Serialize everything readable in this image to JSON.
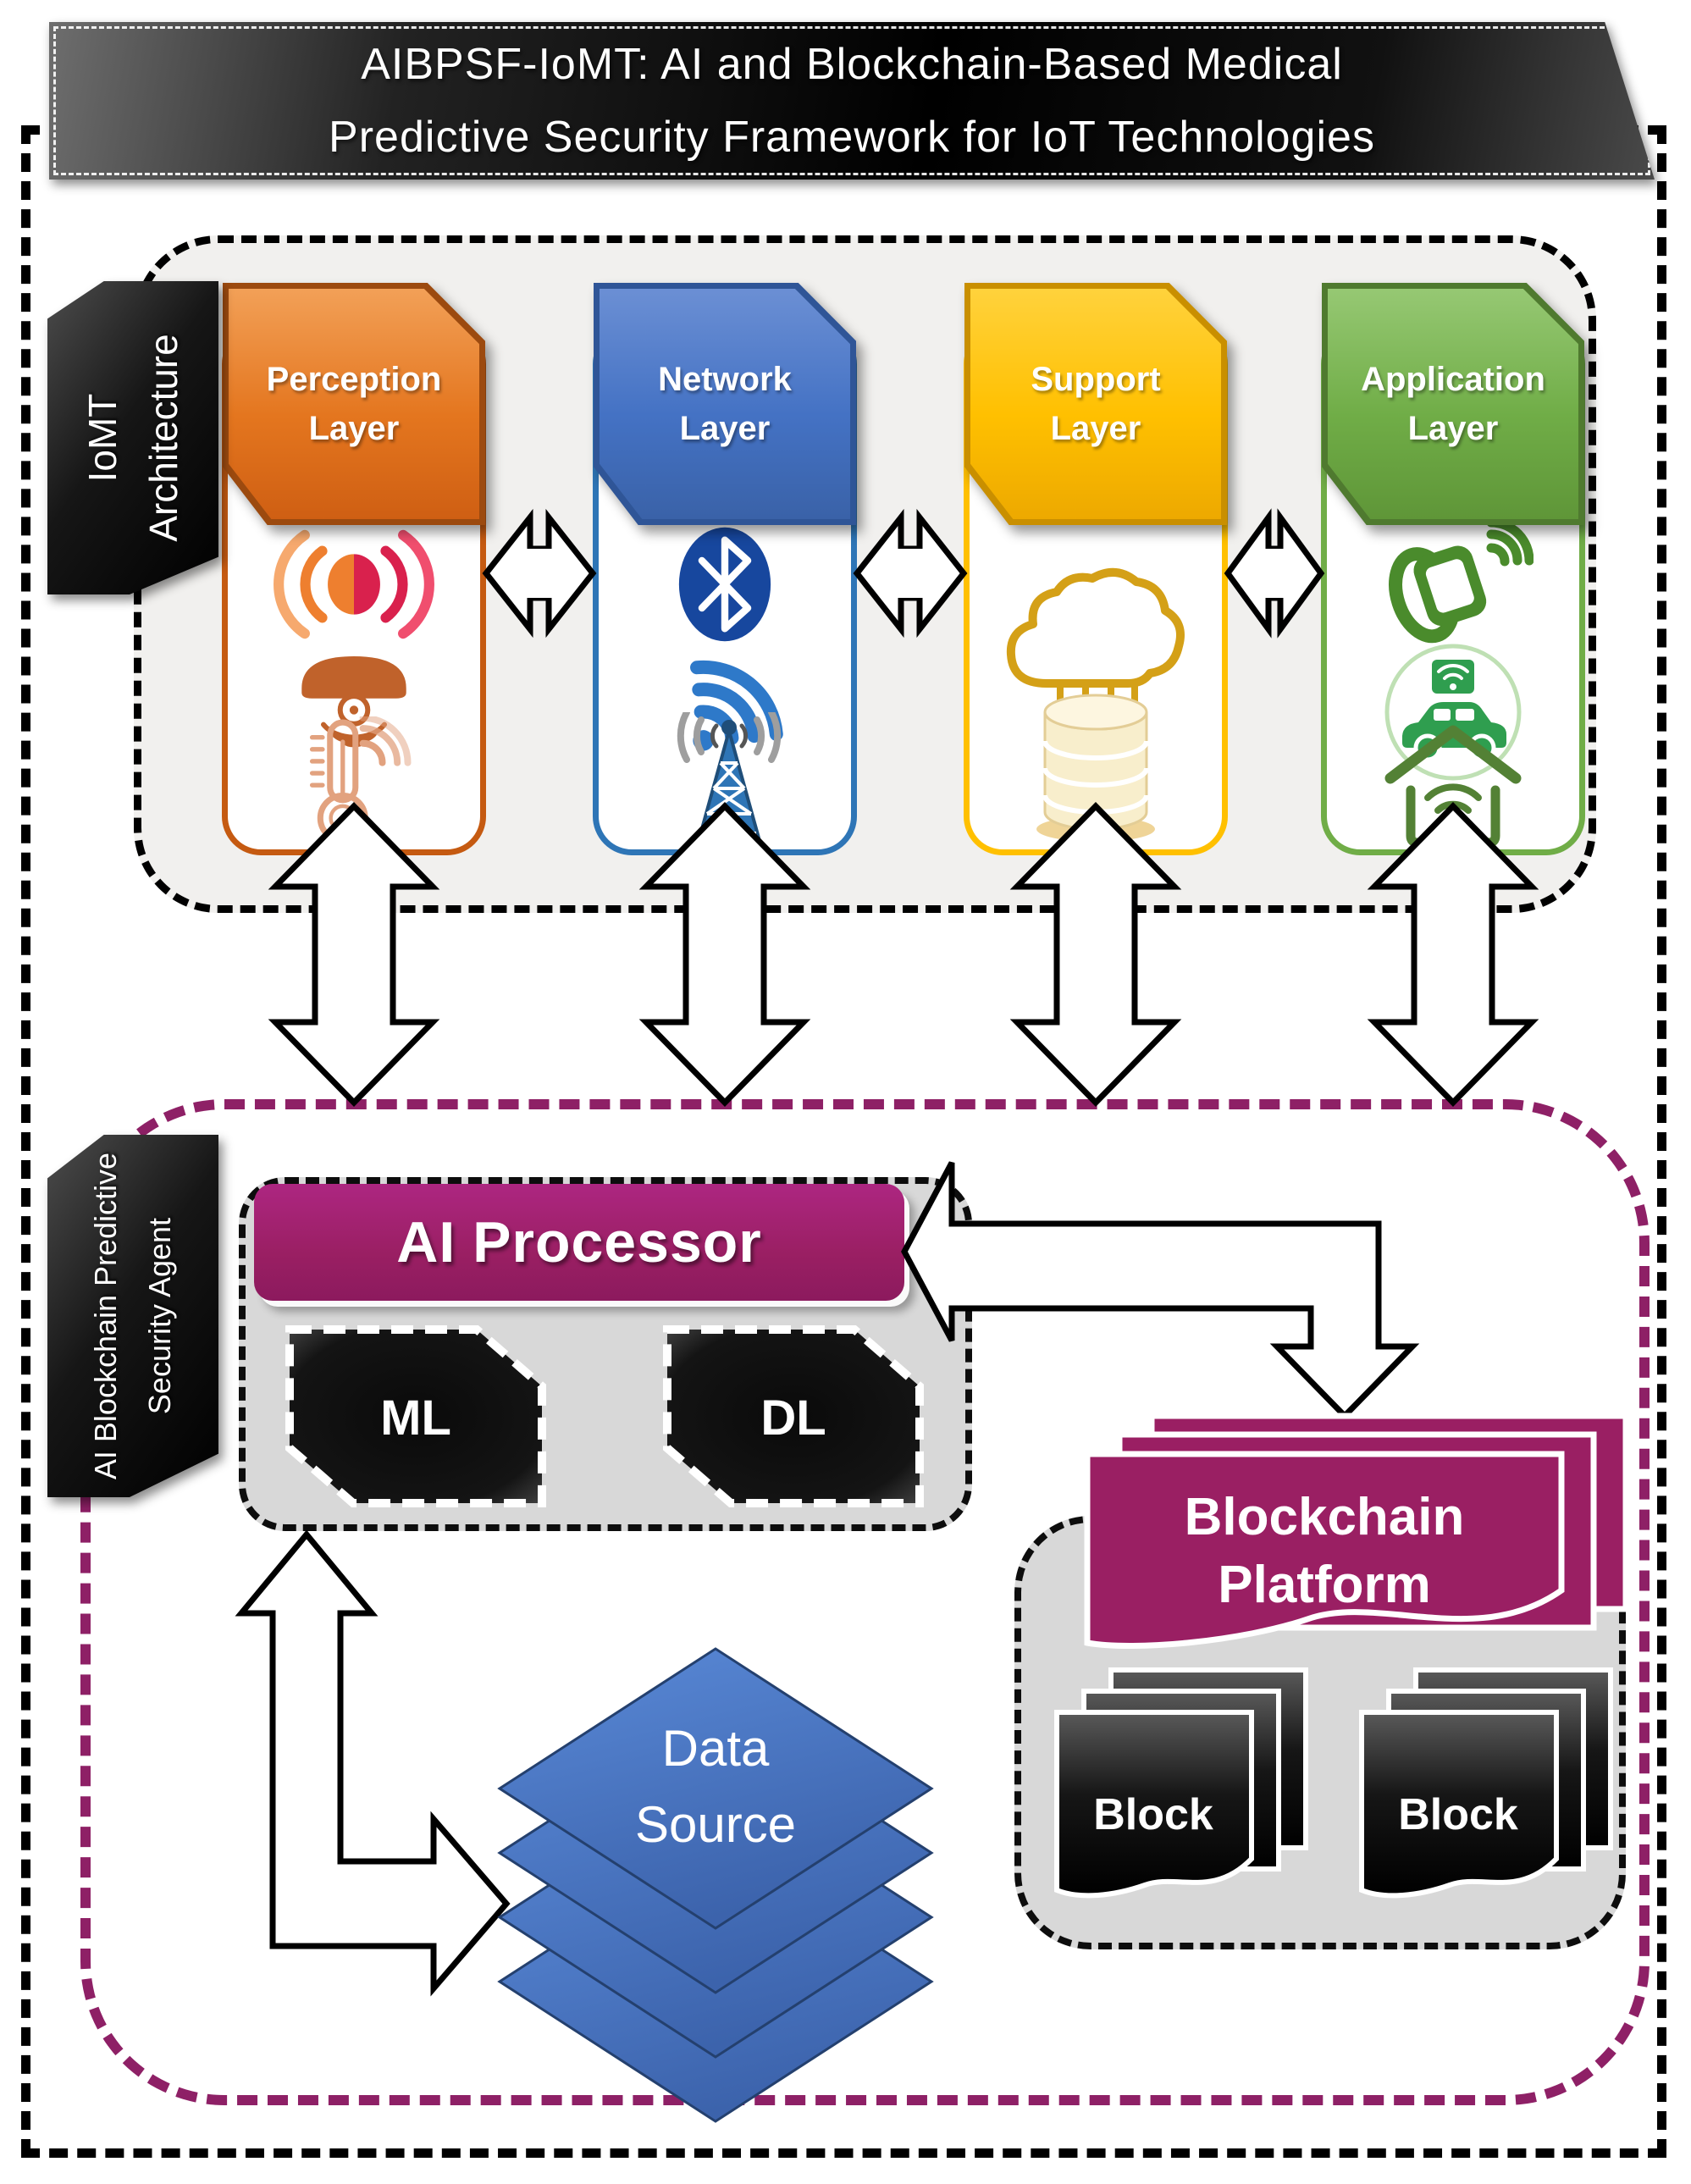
{
  "title": {
    "line1": "AIBPSF-IoMT: AI and Blockchain-Based Medical",
    "line2": "Predictive Security Framework for IoT Technologies"
  },
  "iomt": {
    "banner": {
      "line1": "IoMT",
      "line2": "Architecture"
    },
    "layers": [
      {
        "id": "perception",
        "label_line1": "Perception",
        "label_line2": "Layer",
        "color": "#C55A11",
        "header_color": "#E4761F",
        "icons": [
          "proximity-sensor-icon",
          "motion-sensor-icon",
          "smart-thermometer-icon"
        ]
      },
      {
        "id": "network",
        "label_line1": "Network",
        "label_line2": "Layer",
        "color": "#2E75B6",
        "header_color": "#4472C4",
        "icons": [
          "bluetooth-icon",
          "wifi-icon",
          "radio-tower-icon"
        ]
      },
      {
        "id": "support",
        "label_line1": "Support",
        "label_line2": "Layer",
        "color": "#FFC000",
        "header_color": "#FFC000",
        "icons": [
          "cloud-computing-icon",
          "database-icon"
        ]
      },
      {
        "id": "application",
        "label_line1": "Application",
        "label_line2": "Layer",
        "color": "#70AD47",
        "header_color": "#70AD47",
        "icons": [
          "smartwatch-icon",
          "connected-car-icon",
          "smart-home-icon"
        ]
      }
    ]
  },
  "agent": {
    "banner": {
      "line1": "AI Blockchain Predictive",
      "line2": "Security Agent"
    },
    "border_color": "#8E2066",
    "ai_processor": {
      "title": "AI Processor",
      "color": "#9A1F63",
      "modules": [
        {
          "label": "ML"
        },
        {
          "label": "DL"
        }
      ]
    },
    "blockchain": {
      "title_line1": "Blockchain",
      "title_line2": "Platform",
      "color": "#9A1F63",
      "blocks": [
        {
          "label": "Block"
        },
        {
          "label": "Block"
        }
      ]
    },
    "data_source": {
      "line1": "Data",
      "line2": "Source",
      "color": "#4472C4"
    }
  }
}
